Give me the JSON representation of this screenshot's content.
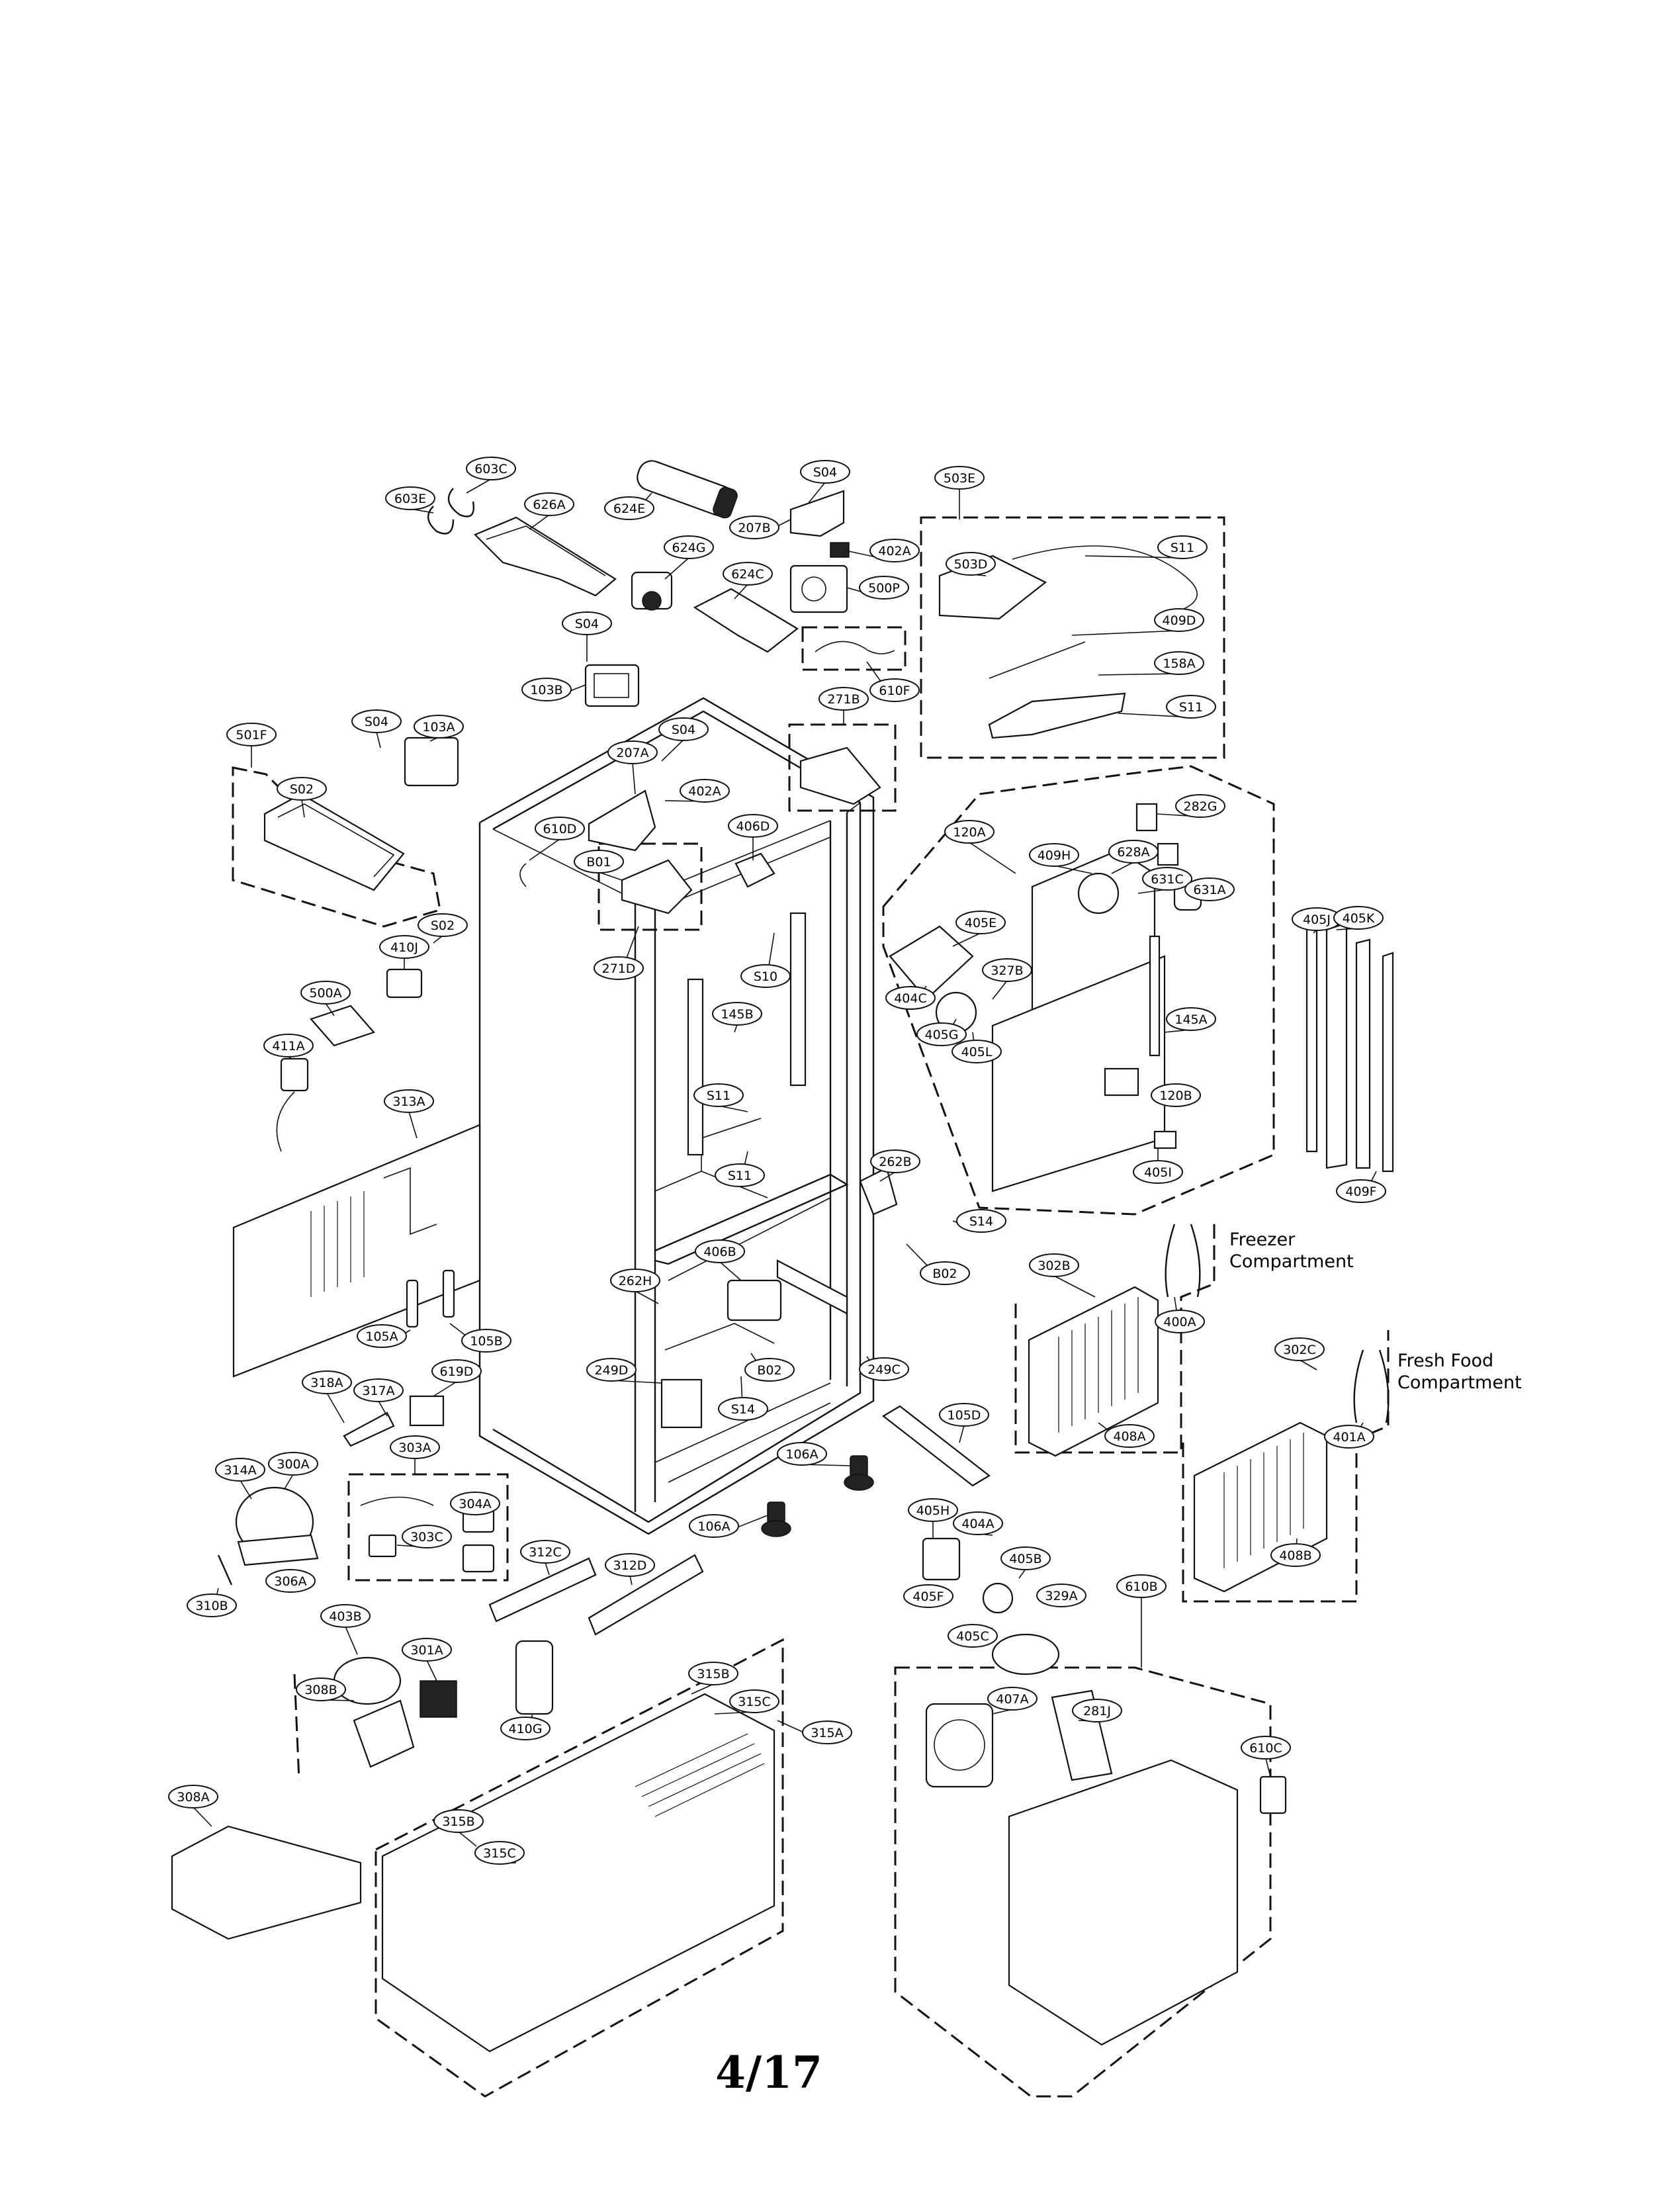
{
  "page_number": "4/17",
  "compartment_labels": {
    "freezer_line1": "Freezer",
    "freezer_line2": "Compartment",
    "fresh_food_line1": "Fresh Food",
    "fresh_food_line2": "Compartment"
  },
  "part_labels": [
    "603C",
    "603E",
    "626A",
    "624E",
    "S04",
    "207B",
    "402A",
    "503E",
    "S11",
    "503D",
    "624G",
    "624C",
    "500P",
    "409D",
    "S04",
    "610F",
    "158A",
    "S11",
    "103B",
    "271B",
    "501F",
    "S04",
    "103A",
    "S04",
    "207A",
    "402A",
    "S02",
    "610D",
    "B01",
    "406D",
    "120A",
    "409H",
    "628A",
    "282G",
    "631C",
    "631A",
    "405J",
    "405K",
    "S02",
    "410J",
    "271D",
    "S10",
    "405E",
    "327B",
    "500A",
    "145B",
    "404C",
    "405G",
    "405L",
    "145A",
    "411A",
    "S11",
    "120B",
    "313A",
    "405I",
    "S11",
    "409F",
    "262B",
    "S14",
    "B02",
    "302B",
    "406B",
    "262H",
    "400A",
    "105A",
    "105B",
    "302C",
    "B02",
    "249C",
    "249D",
    "318A",
    "317A",
    "619D",
    "S14",
    "401A",
    "408A",
    "105D",
    "303A",
    "106A",
    "314A",
    "300A",
    "304A",
    "405H",
    "404A",
    "303C",
    "106A",
    "408B",
    "312C",
    "312D",
    "405B",
    "306A",
    "405F",
    "329A",
    "310B",
    "403B",
    "405C",
    "301A",
    "610B",
    "315B",
    "308B",
    "315C",
    "407A",
    "281J",
    "315A",
    "410G",
    "610C",
    "308A",
    "315B",
    "315C"
  ]
}
